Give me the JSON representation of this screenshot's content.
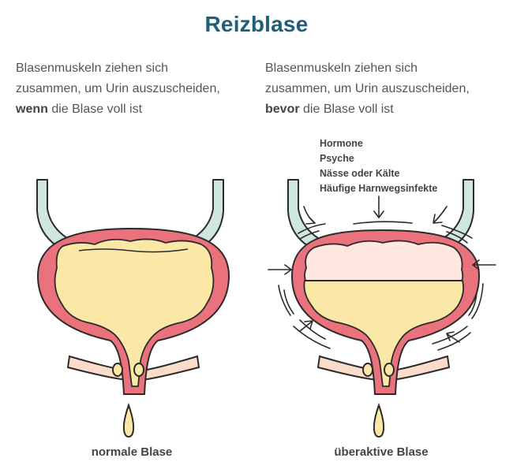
{
  "title": "Reizblase",
  "left_panel": {
    "lines": [
      "Blasenmuskeln ziehen sich",
      "zusammen, um Urin auszuscheiden,"
    ],
    "bold_word": "wenn",
    "rest": " die Blase voll ist",
    "caption": "normale Blase"
  },
  "right_panel": {
    "lines": [
      "Blasenmuskeln ziehen sich",
      "zusammen, um Urin auszuscheiden,"
    ],
    "bold_word": "bevor",
    "rest": " die Blase voll ist",
    "caption": "überaktive Blase",
    "factors": [
      "Hormone",
      "Psyche",
      "Nässe oder Kälte",
      "Häufige Harnwegsinfekte"
    ]
  },
  "colors": {
    "title": "#1e5f7a",
    "bladder_wall": "#e9727d",
    "urine": "#fbe8a6",
    "empty_space": "#fde7de",
    "ureter": "#cfe6e1",
    "sphincter_tube": "#fbdccb",
    "outline": "#2b2b2b"
  }
}
